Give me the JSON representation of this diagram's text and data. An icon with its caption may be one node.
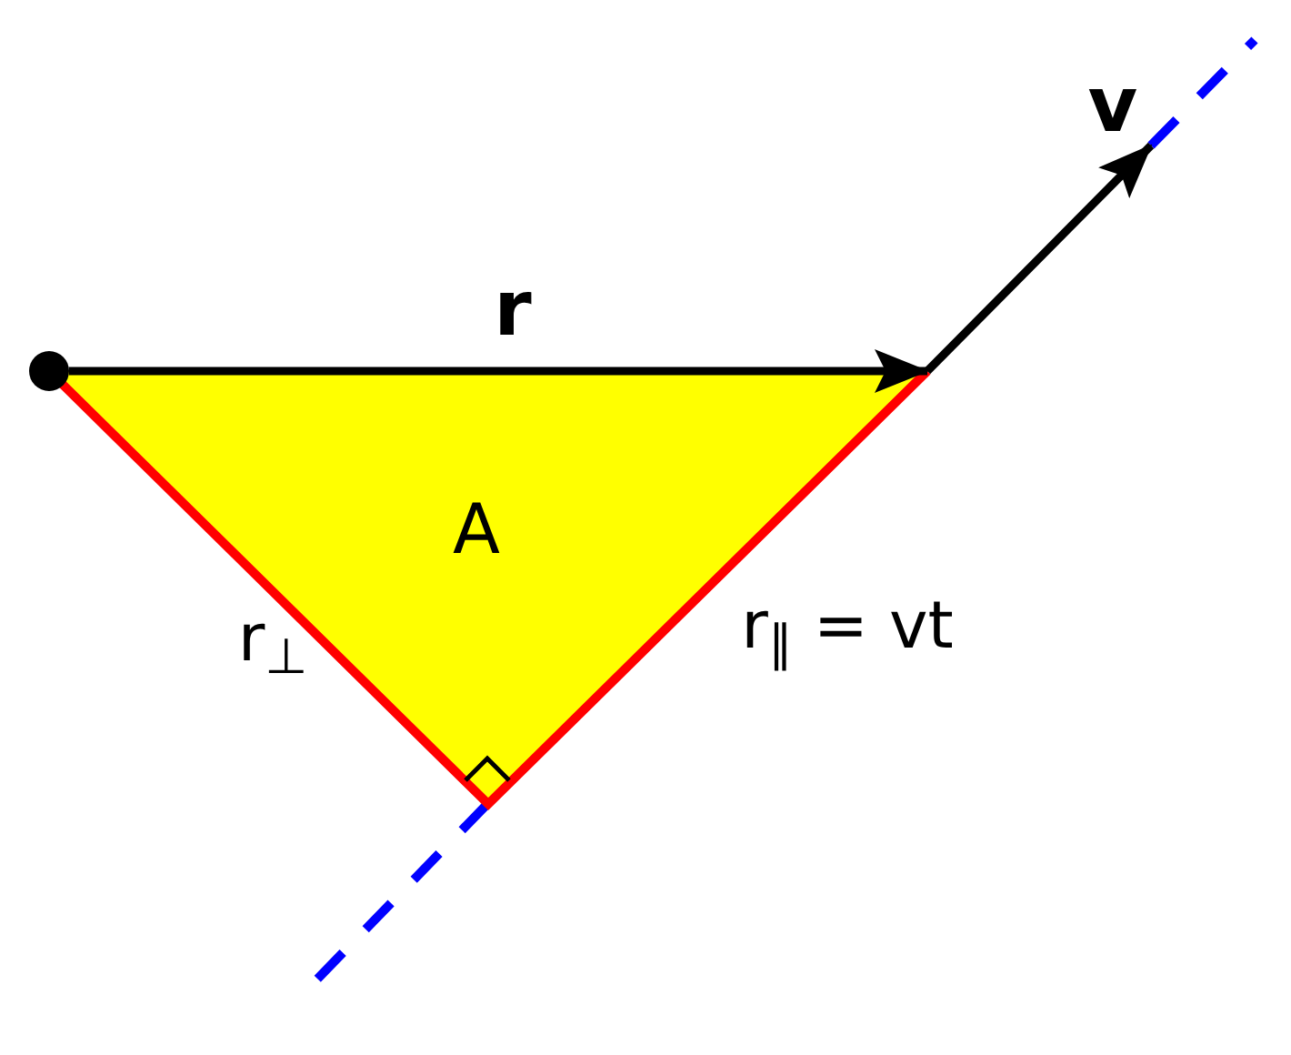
{
  "diagram": {
    "nodes": [
      {
        "text": [],
        "shape": "circle"
      },
      {
        "text": [
          "A"
        ]
      }
    ],
    "edges": [
      {
        "from": 0,
        "to": 1,
        "arrow": "to",
        "label": "r"
      },
      {
        "from": 1,
        "to": null,
        "arrow": "to",
        "label": "v"
      }
    ],
    "labels": [
      "r$_{⊥}$",
      "r$_{∥}$ = vt"
    ]
  }
}
